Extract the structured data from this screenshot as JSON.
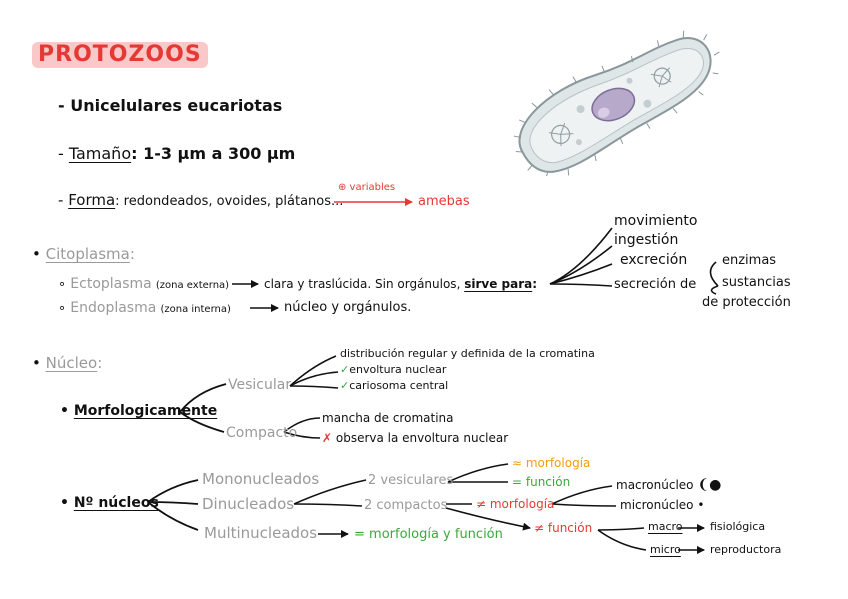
{
  "title": "PROTOZOOS",
  "intro": {
    "line1": "- Unicelulares eucariotas",
    "tamano_dash": "- ",
    "tamano_label": "Tamaño",
    "tamano_value": ": 1-3 μm a 300 μm",
    "forma_dash": "- ",
    "forma_label": "Forma",
    "forma_value": ": redondeados, ovoides, plátanos...",
    "variables": "⊕ variables",
    "amebas": "amebas"
  },
  "citoplasma": {
    "bullet": "• ",
    "label": "Citoplasma",
    "colon": ":",
    "ecto_label": "Ectoplasma",
    "ecto_zone": "(zona externa)",
    "ecto_desc": "clara y traslúcida. Sin orgánulos,",
    "sirve": "sirve para",
    "sirve_colon": ":",
    "endo_label": "Endoplasma",
    "endo_zone": "(zona interna)",
    "endo_desc": "núcleo y orgánulos.",
    "functions": [
      "movimiento",
      "ingestión",
      "excreción",
      "secreción de"
    ],
    "secretion": [
      "enzimas",
      "sustancias",
      "de protección"
    ]
  },
  "nucleo": {
    "bullet": "• ",
    "label": "Núcleo",
    "colon": ":",
    "morfo_label": "Morfologicamente",
    "vesicular": "Vesicular",
    "vesicular_items": [
      "distribución regular y definida de la cromatina",
      "envoltura nuclear",
      "cariosoma central"
    ],
    "compacto": "Compacto",
    "compacto_items": [
      "mancha de cromatina",
      "observa la envoltura nuclear"
    ],
    "n_label": "Nº núcleos",
    "mono": "Mononucleados",
    "di": "Dinucleados",
    "multi": "Multinucleados",
    "multi_result": "= morfología y función",
    "two_vesic": "2 vesiculares",
    "approx_morf": "≈ morfología",
    "eq_func": "= función",
    "two_comp": "2 compactos",
    "neq_morf": "≠ morfología",
    "neq_func": "≠ función",
    "macronucleo": "macronúcleo",
    "micronucleo": "micronúcleo",
    "macro": "macro",
    "fisiologica": "fisiológica",
    "micro": "micro",
    "reproductora": "reproductora"
  },
  "colors": {
    "accent_red": "#e53935",
    "highlight_pink": "#f9c8c8",
    "gray": "#9a9a9a",
    "green": "#3ca83c",
    "orange": "#f39c12"
  }
}
